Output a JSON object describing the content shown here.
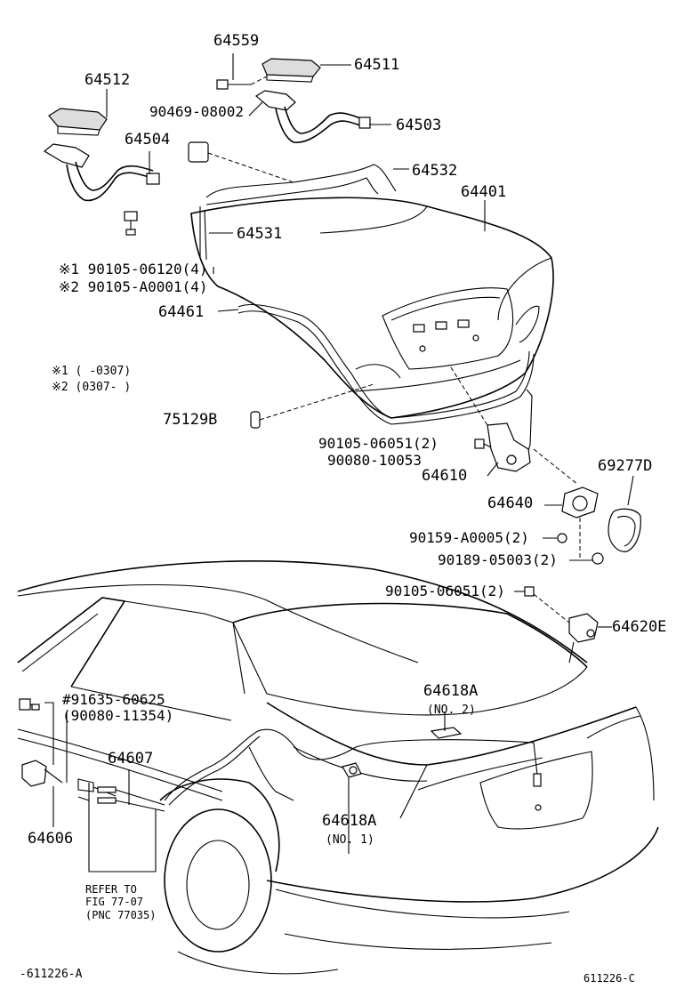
{
  "labels": {
    "p64559": "64559",
    "p64511": "64511",
    "p64512": "64512",
    "p90469": "90469-08002",
    "p64503": "64503",
    "p64504": "64504",
    "p64532": "64532",
    "p64401": "64401",
    "p64531": "64531",
    "p90105a": "※1 90105-06120(4)",
    "p90105b": "※2 90105-A0001(4)",
    "p64461": "64461",
    "note1": "※1 (     -0307)",
    "note2": "※2 (0307-     )",
    "p75129b": "75129B",
    "p90105c": "90105-06051(2)",
    "p90080a": "90080-10053",
    "p64610": "64610",
    "p69277d": "69277D",
    "p64640": "64640",
    "p90159": "90159-A0005(2)",
    "p90189": "90189-05003(2)",
    "p90105d": "90105-06051(2)",
    "p64620e": "64620E",
    "p91635": "#91635-60625",
    "p90080b": "(90080-11354)",
    "p64618a_top": "64618A",
    "p64618a_top_no": "(NO. 2)",
    "p64607": "64607",
    "p64606": "64606",
    "p64618a_bot": "64618A",
    "p64618a_bot_no": "(NO. 1)",
    "refer1": "REFER TO",
    "refer2": "FIG 77-07",
    "refer3": "(PNC 77035)",
    "code_left": "-611226-A",
    "code_right": "611226-C"
  }
}
